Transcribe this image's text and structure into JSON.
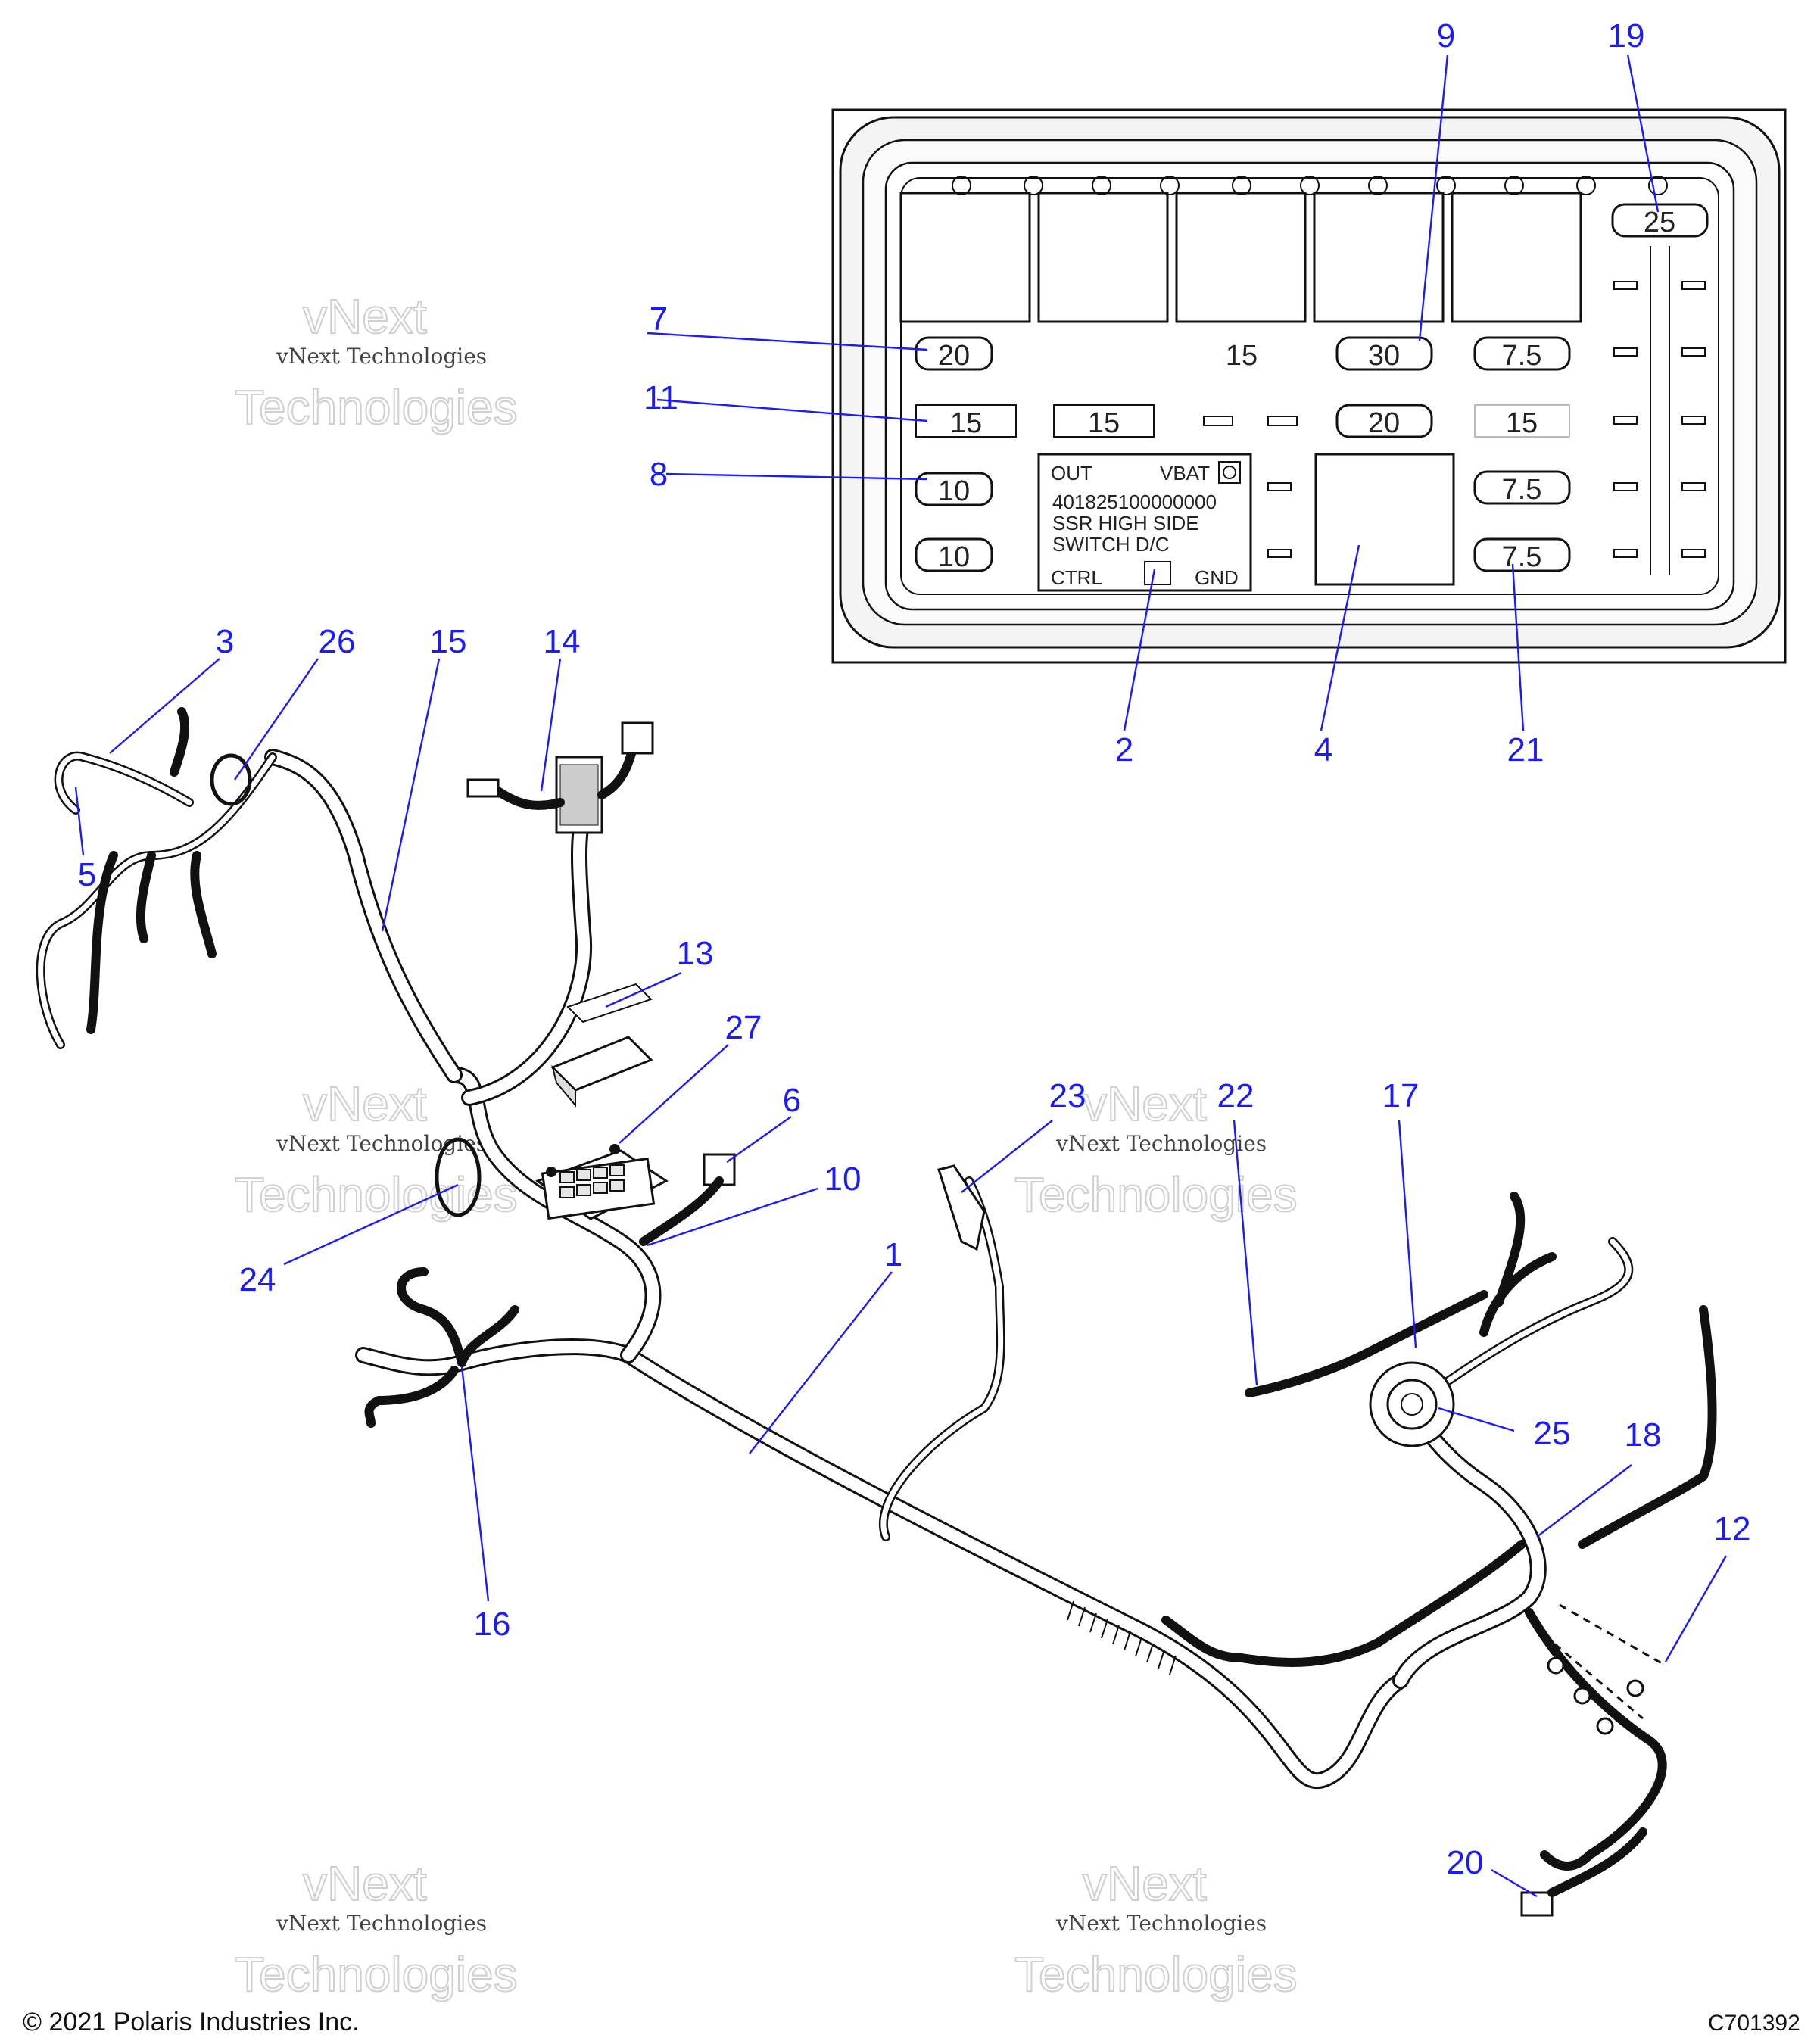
{
  "footer": {
    "copyright": "© 2021 Polaris Industries Inc.",
    "code": "C701392"
  },
  "watermark": {
    "text": "vNext Technologies",
    "line1": "vNext",
    "line2": "Technologies"
  },
  "fuse_box": {
    "fuse_labels": [
      "20",
      "15",
      "10",
      "10",
      "15",
      "15",
      "30",
      "20",
      "7.5",
      "15",
      "7.5",
      "7.5",
      "25"
    ],
    "module_text": {
      "out": "OUT",
      "vbat": "VBAT",
      "part_number": "401825100000000",
      "line2": "SSR  HIGH  SIDE",
      "line3": "SWITCH       D/C",
      "ctrl": "CTRL",
      "gnd": "GND"
    }
  },
  "callouts": [
    "1",
    "2",
    "3",
    "4",
    "5",
    "6",
    "7",
    "8",
    "9",
    "10",
    "11",
    "12",
    "13",
    "14",
    "15",
    "16",
    "17",
    "18",
    "19",
    "20",
    "21",
    "22",
    "23",
    "24",
    "25",
    "26",
    "27"
  ],
  "colors": {
    "callout": "#1a1aff",
    "line": "#111111"
  }
}
